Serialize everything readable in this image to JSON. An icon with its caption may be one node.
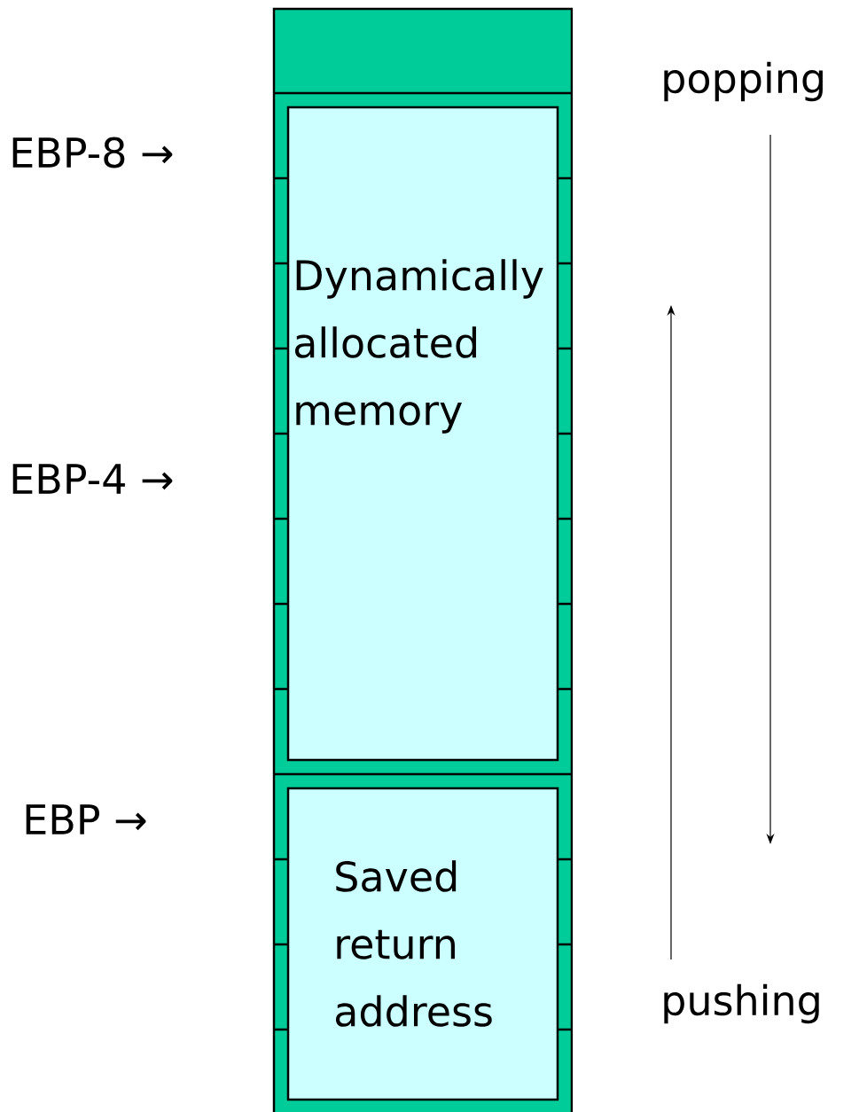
{
  "diagram": {
    "nodes": [
      {
        "text": [
          "Dynamically allocated memory"
        ]
      },
      {
        "text": [
          "Saved return address"
        ]
      }
    ],
    "labels": [
      "EBP-8 →",
      "EBP-4 →",
      "EBP →",
      "popping",
      "pushing"
    ]
  }
}
